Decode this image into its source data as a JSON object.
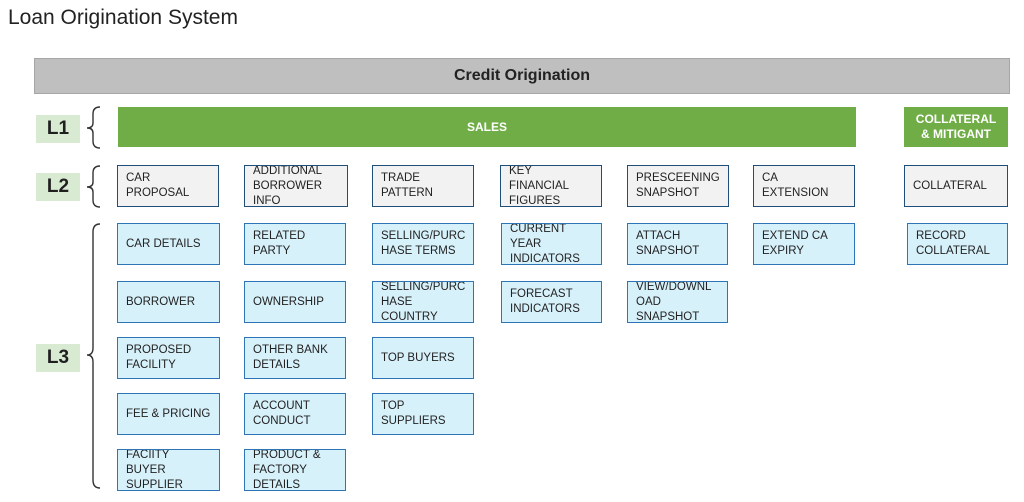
{
  "title": "Loan Origination System",
  "header": {
    "label": "Credit Origination"
  },
  "levels": {
    "l1": "L1",
    "l2": "L2",
    "l3": "L3"
  },
  "l1": {
    "sales": "SALES",
    "collateral_mitigant": "COLLATERAL\n& MITIGANT"
  },
  "l2": [
    "CAR PROPOSAL",
    "ADDITIONAL\nBORROWER\nINFO",
    "TRADE\nPATTERN",
    "KEY FINANCIAL\nFIGURES",
    "PRESCEENING\nSNAPSHOT",
    "CA EXTENSION",
    "COLLATERAL"
  ],
  "l3": {
    "col1": [
      "CAR DETAILS",
      "BORROWER",
      "PROPOSED\nFACILITY",
      "FEE & PRICING",
      "FACIITY BUYER\nSUPPLIER"
    ],
    "col2": [
      "RELATED PARTY",
      "OWNERSHIP",
      "OTHER BANK\nDETAILS",
      "ACCOUNT\nCONDUCT",
      "PRODUCT &\nFACTORY\nDETAILS"
    ],
    "col3": [
      "SELLING/PURC\nHASE  TERMS",
      "SELLING/PURC\nHASE\nCOUNTRY",
      "TOP BUYERS",
      "TOP SUPPLIERS"
    ],
    "col4": [
      "CURRENT YEAR\nINDICATORS",
      "FORECAST\nINDICATORS"
    ],
    "col5": [
      "ATTACH\nSNAPSHOT",
      "VIEW/DOWNL\nOAD\nSNAPSHOT"
    ],
    "col6": [
      "EXTEND CA\nEXPIRY"
    ],
    "col7": [
      "RECORD\nCOLLATERAL"
    ]
  },
  "colors": {
    "header": "#bfbfbf",
    "level_label": "#d9ead3",
    "green": "#70ad47",
    "l2_fill": "#f2f2f2",
    "l3_fill": "#d7f1fb",
    "border": "#2e75b6"
  }
}
